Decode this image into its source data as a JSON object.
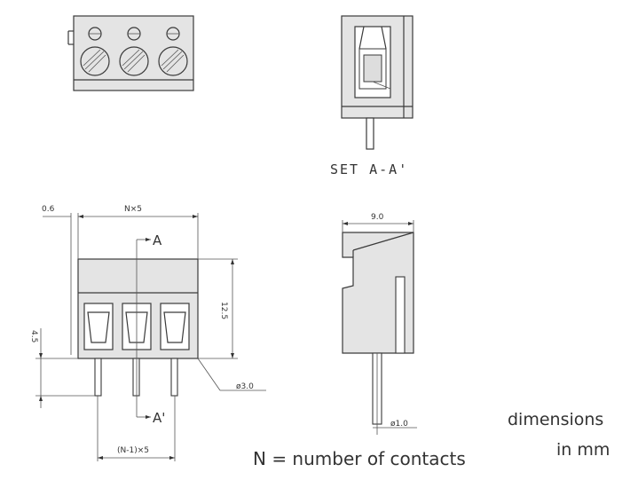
{
  "labels": {
    "section": "SET A-A'",
    "pitch": "N×5",
    "pitch_n1": "(N-1)×5",
    "offset": "0.6",
    "height": "12.5",
    "pin_length": "4.5",
    "pin_dia": "ø3.0",
    "depth": "9.0",
    "pin_dia2": "ø1.0",
    "marker_a": "A",
    "marker_a_prime": "A'"
  },
  "notes": {
    "contacts": "N = number of contacts",
    "dimensions_line1": "dimensions",
    "dimensions_line2": "in mm"
  }
}
